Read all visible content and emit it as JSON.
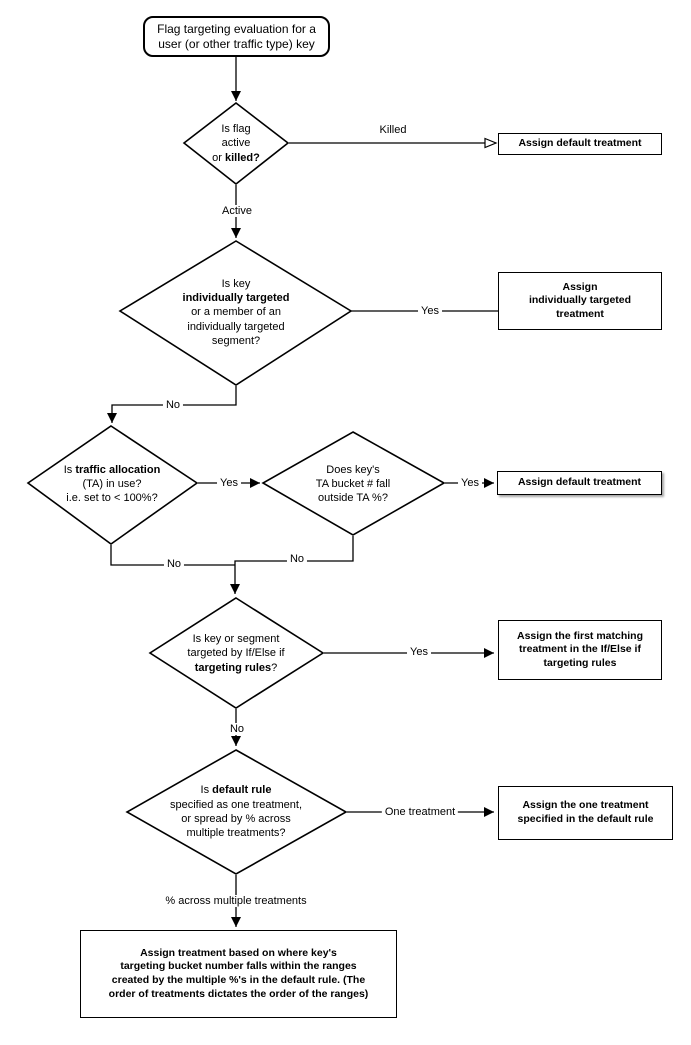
{
  "nodes": {
    "start": {
      "t0": "Flag targeting evaluation for a\nuser (or other traffic type) key"
    },
    "d1": {
      "t0": "Is flag\nactive\nor ",
      "t1": "killed",
      "t2": "?"
    },
    "d2": {
      "t0": "Is key\n",
      "t1": "individually targeted",
      "t2": "\nor a member of an\nindividually targeted\nsegment?"
    },
    "d3": {
      "t0": "Is ",
      "t1": "traffic allocation",
      "t2": "\n(TA) in use?\ni.e. set to < 100%?"
    },
    "d4": {
      "t0": "Does key's\nTA bucket # fall\noutside TA %?"
    },
    "d5": {
      "t0": "Is key or segment\ntargeted by If/Else if\n",
      "t1": "targeting rules",
      "t2": "?"
    },
    "d6": {
      "t0": "Is ",
      "t1": "default rule",
      "t2": "\nspecified as one treatment,\nor spread by % across\nmultiple treatments?"
    },
    "box_default_1": {
      "t0": "Assign default treatment"
    },
    "box_individual": {
      "t0": "Assign\nindividually targeted\ntreatment"
    },
    "box_default_2": {
      "t0": "Assign default treatment"
    },
    "box_first_matching": {
      "t0": "Assign the first matching\ntreatment in the If/Else if\ntargeting rules"
    },
    "box_one_treatment": {
      "t0": "Assign the one treatment\nspecified in the default rule"
    },
    "box_ranges": {
      "t0": "Assign treatment based on where key's\ntargeting bucket number falls within the ranges\ncreated by the multiple %'s in the default rule. (The\norder of treatments dictates the order of the ranges)"
    }
  },
  "edge_labels": {
    "killed": "Killed",
    "active": "Active",
    "yes_individual": "Yes",
    "no_individual": "No",
    "yes_ta": "Yes",
    "yes_bucket": "Yes",
    "no_ta": "No",
    "no_bucket": "No",
    "yes_rules": "Yes",
    "no_rules": "No",
    "one_treatment": "One treatment",
    "pct_across": "% across multiple treatments"
  },
  "colors": {
    "stroke": "#000000",
    "background": "#ffffff"
  }
}
